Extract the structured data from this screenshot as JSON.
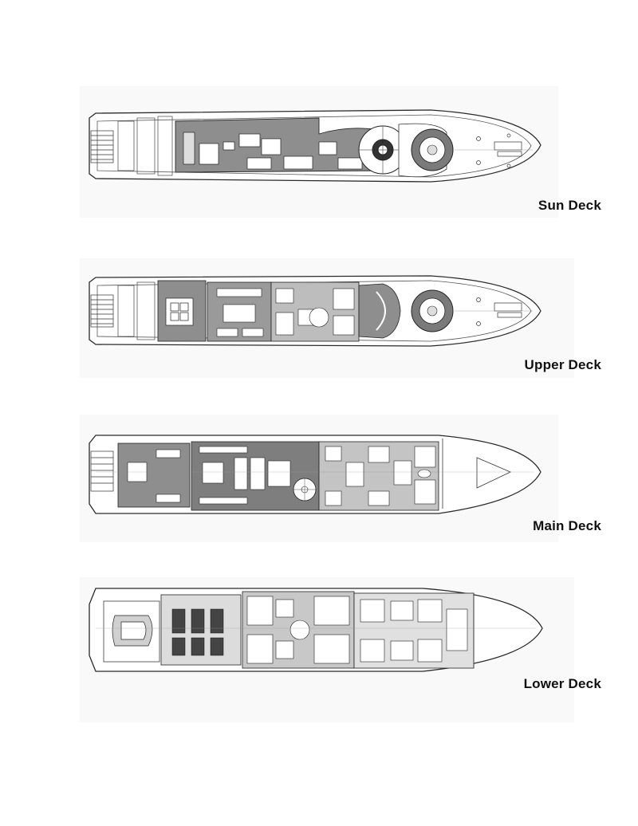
{
  "decks": [
    {
      "id": "sun",
      "label": "Sun Deck"
    },
    {
      "id": "upper",
      "label": "Upper Deck"
    },
    {
      "id": "main",
      "label": "Main Deck"
    },
    {
      "id": "lower",
      "label": "Lower Deck"
    }
  ],
  "colors": {
    "line": "#2a2a2a",
    "deck_fill": "#8a8a8a",
    "hull_fill": "#ffffff",
    "background": "#f7f7f7"
  }
}
